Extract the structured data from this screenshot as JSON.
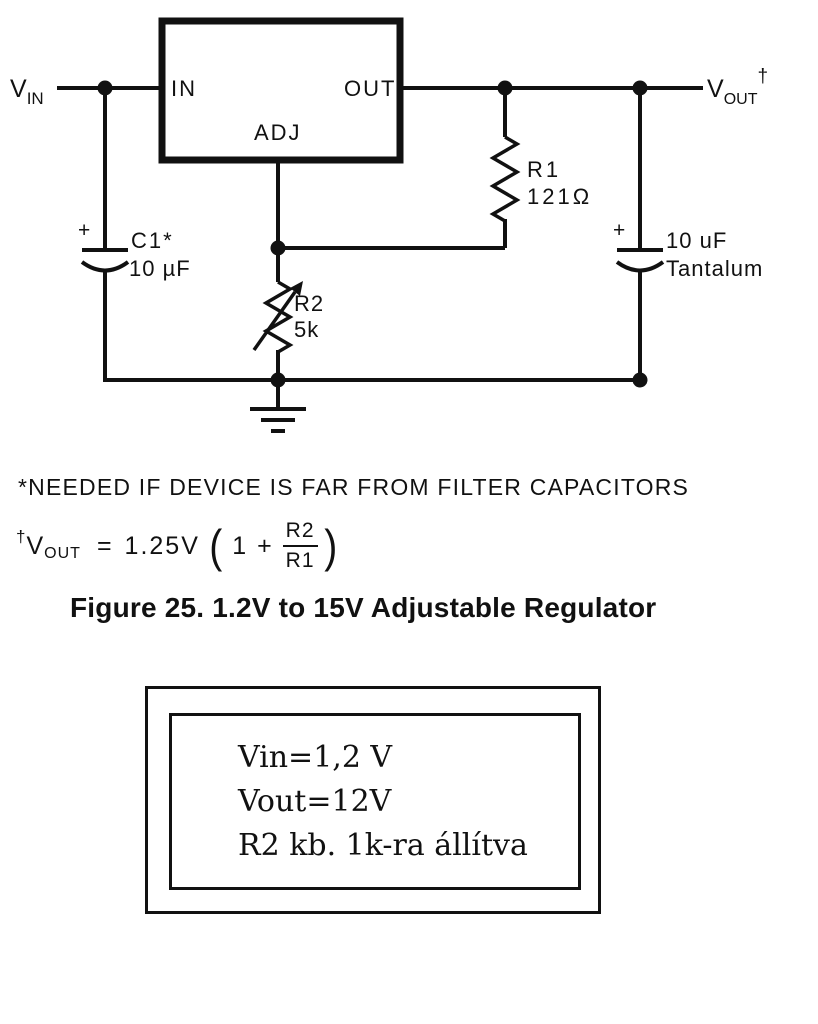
{
  "schematic": {
    "input": {
      "v": "V",
      "sub": "IN"
    },
    "output": {
      "v": "V",
      "sub": "OUT",
      "dagger": "†"
    },
    "regulator": {
      "in": "IN",
      "out": "OUT",
      "adj": "ADJ"
    },
    "r1": {
      "name": "R1",
      "value": "121Ω"
    },
    "r2": {
      "name": "R2",
      "value": "5k"
    },
    "c1": {
      "plus": "+",
      "name": "C1*",
      "value": "10 µF"
    },
    "cout": {
      "plus": "+",
      "value": "10 uF",
      "type": "Tantalum"
    }
  },
  "footnote": "*NEEDED IF DEVICE IS FAR FROM FILTER CAPACITORS",
  "formula": {
    "dagger": "†",
    "var": "V",
    "var_sub": "OUT",
    "equals": "=",
    "coefficient": "1.25V",
    "open_paren": "(",
    "one_plus": "1 +",
    "numerator": "R2",
    "denominator": "R1",
    "close_paren": ")"
  },
  "caption": "Figure 25. 1.2V to 15V Adjustable Regulator",
  "annotation_box": {
    "lines": [
      "Vin=1,2 V",
      "Vout=12V",
      "R2 kb. 1k-ra állítva"
    ]
  }
}
